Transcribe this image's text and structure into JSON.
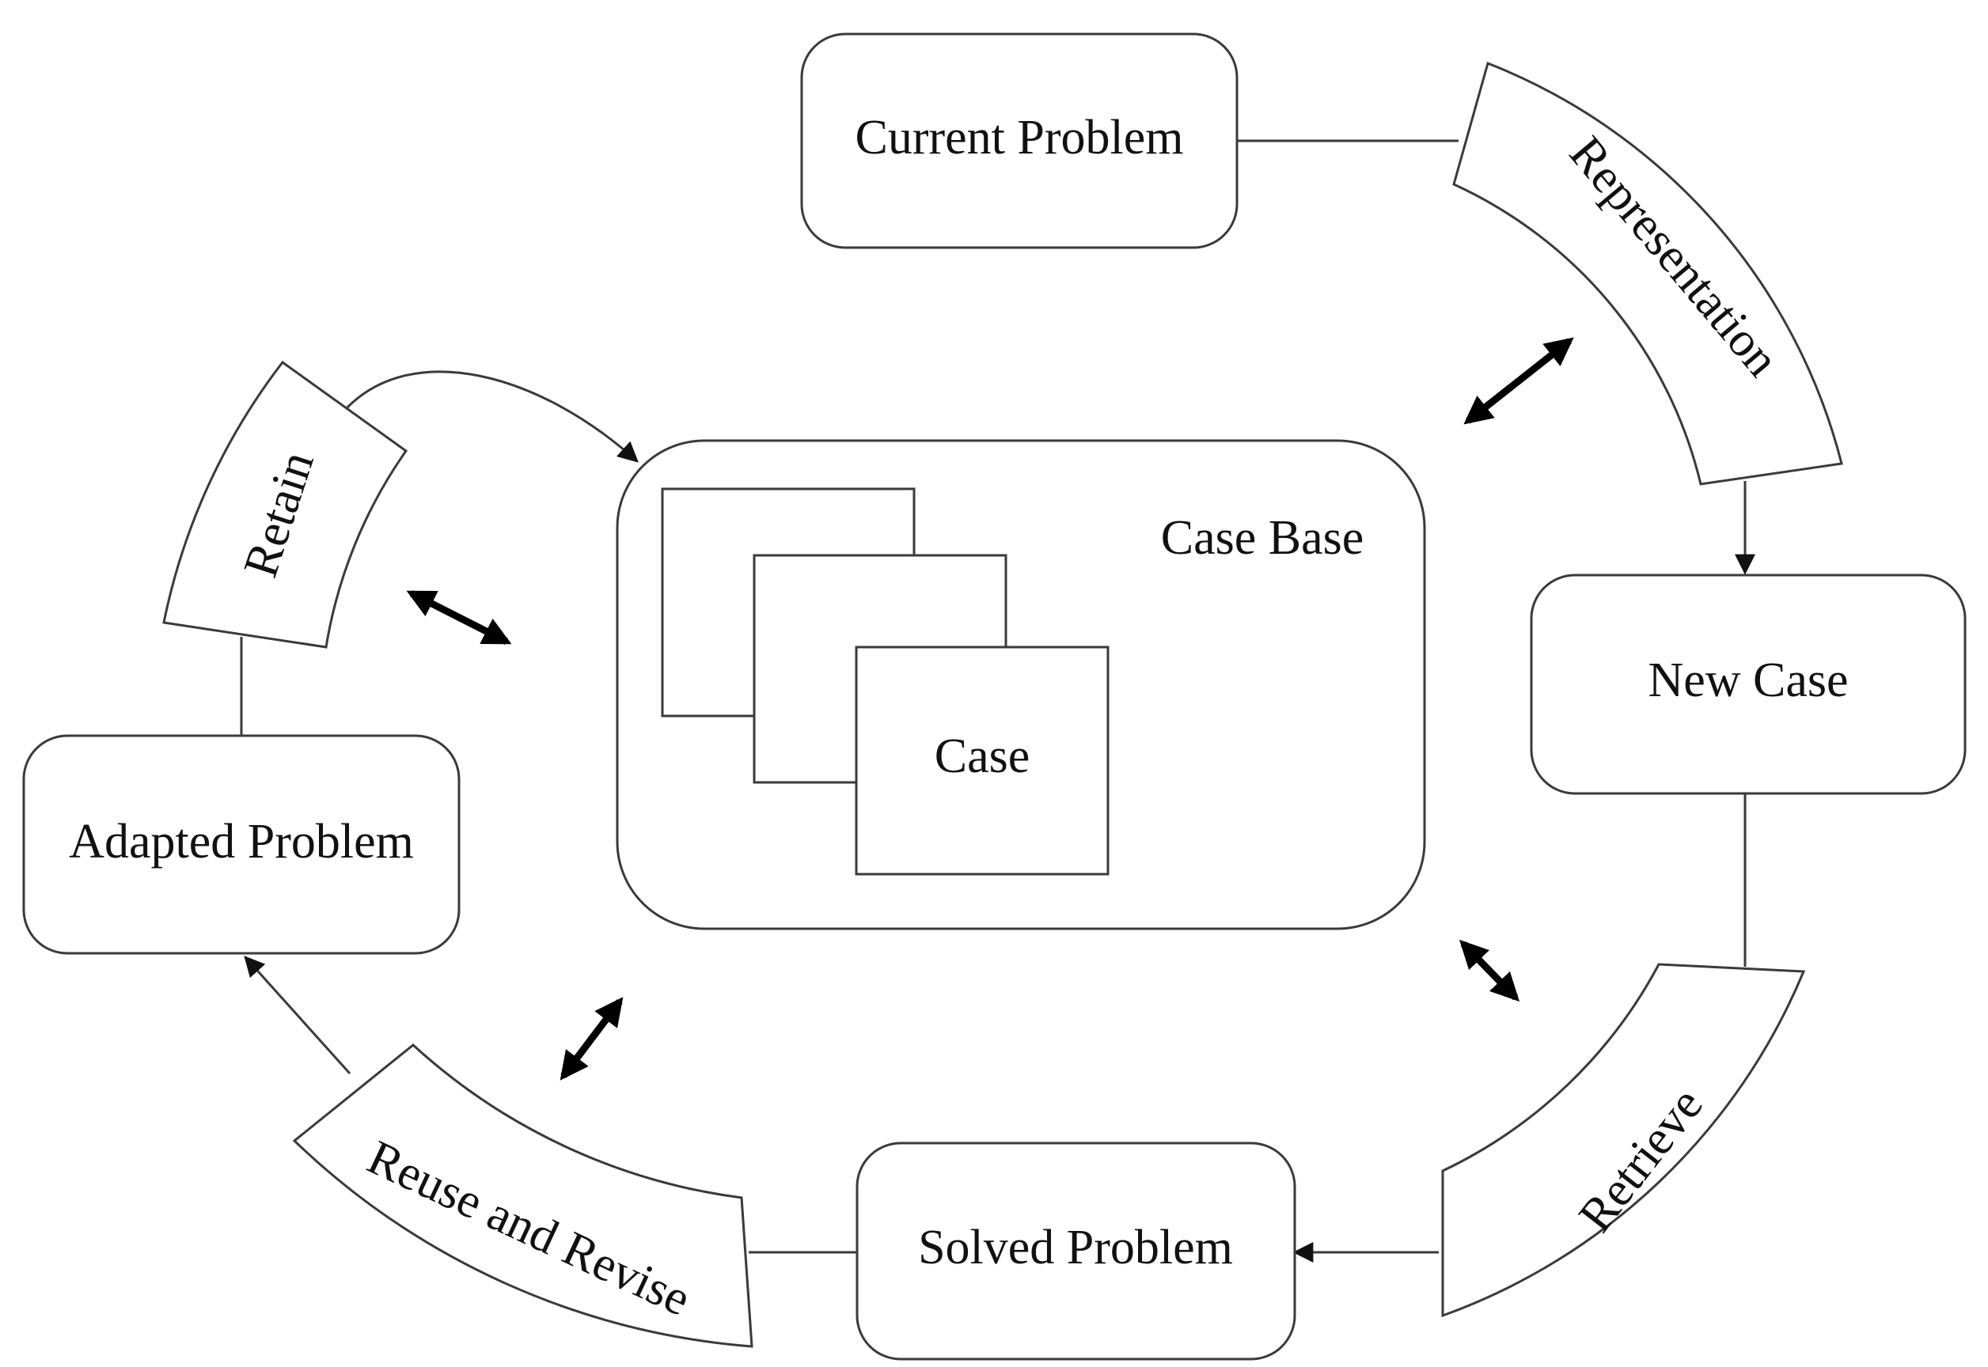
{
  "nodes": {
    "current_problem": "Current Problem",
    "new_case": "New Case",
    "solved_problem": "Solved Problem",
    "adapted_problem": "Adapted Problem",
    "case_base": "Case Base",
    "case": "Case"
  },
  "steps": {
    "representation": "Representation",
    "retrieve": "Retrieve",
    "reuse_and_revise": "Reuse and Revise",
    "retain": "Retain"
  },
  "colors": {
    "stroke": "#3a3a3a",
    "text": "#111111",
    "background": "#ffffff"
  }
}
